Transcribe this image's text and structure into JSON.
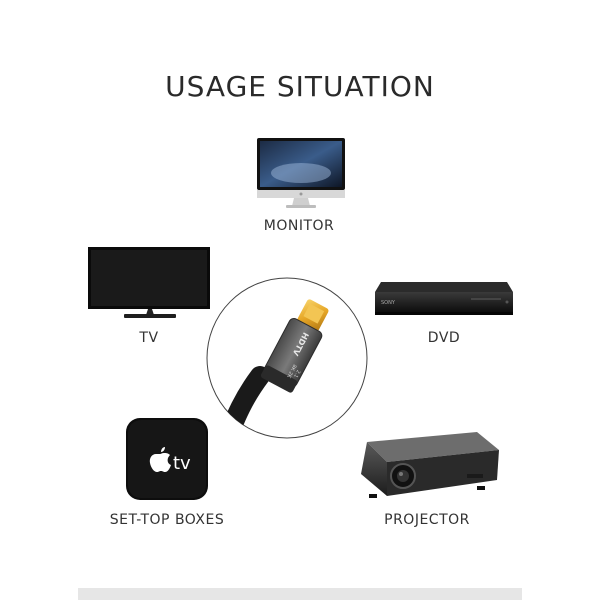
{
  "title": "USAGE SITUATION",
  "devices": {
    "monitor": {
      "label": "MONITOR"
    },
    "tv": {
      "label": "TV"
    },
    "dvd": {
      "label": "DVD",
      "brand": "SONY"
    },
    "settop": {
      "label": "SET-TOP BOXES",
      "logo_text": "tv"
    },
    "projector": {
      "label": "PROJECTOR"
    }
  },
  "cable": {
    "line1": "HDTV",
    "line2": "2.1",
    "line3": "8K 2K"
  },
  "colors": {
    "accent_gold": "#e6a626",
    "cable_gray": "#6b6b6b"
  }
}
